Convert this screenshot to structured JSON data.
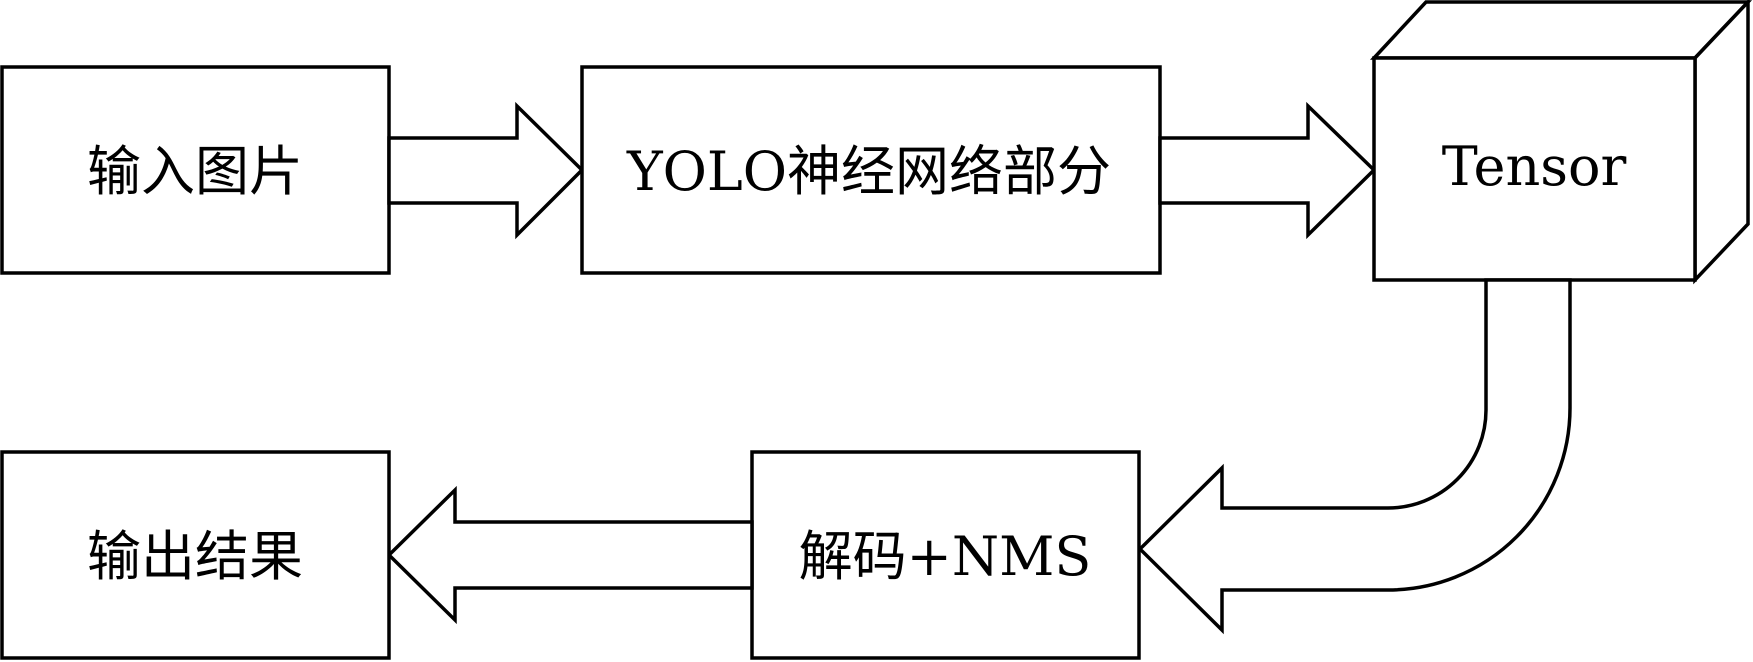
{
  "nodes": {
    "input_image": "输入图片",
    "yolo_network": "YOLO神经网络部分",
    "tensor": "Tensor",
    "decode_nms": "解码+NMS",
    "output_result": "输出结果"
  },
  "colors": {
    "stroke": "#000000",
    "fill": "#ffffff"
  }
}
